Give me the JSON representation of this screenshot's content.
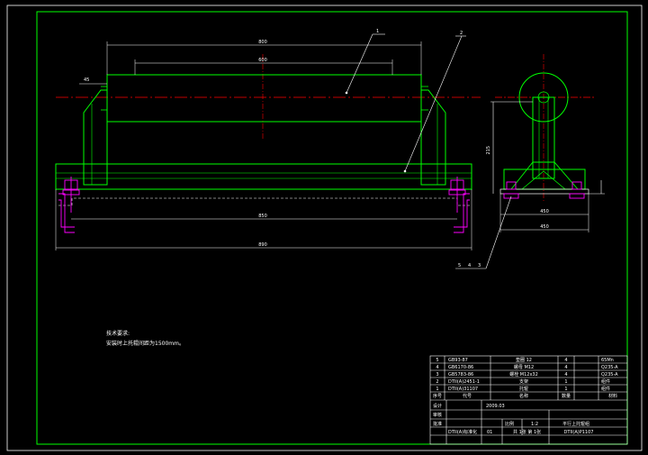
{
  "drawing": {
    "callouts": [
      "1",
      "2"
    ],
    "dimension_labels": {
      "roller_length": "800",
      "roller_face": "600",
      "roller_offset": "45",
      "base_span": "850",
      "overall_span": "890",
      "side_height": "215",
      "side_width": "450"
    },
    "tech_notes_title": "技术要求:",
    "tech_notes_line1": "安装时上托辊间距为1500mm。",
    "side_view_callouts": [
      "5",
      "4",
      "3"
    ]
  },
  "bom": {
    "rows": [
      {
        "no": "5",
        "code": "GB93-87",
        "name": "垫圈 12",
        "qty": "4",
        "material": "65Mn"
      },
      {
        "no": "4",
        "code": "GB6170-86",
        "name": "螺母 M12",
        "qty": "4",
        "material": "Q235-A"
      },
      {
        "no": "3",
        "code": "GB5783-86",
        "name": "螺栓 M12x32",
        "qty": "4",
        "material": "Q235-A"
      },
      {
        "no": "2",
        "code": "DTII(A)2451-1",
        "name": "支架",
        "qty": "1",
        "material": "组件"
      },
      {
        "no": "1",
        "code": "DTII(A)31107",
        "name": "托辊",
        "qty": "1",
        "material": "组件"
      }
    ],
    "headers": [
      "序号",
      "代号",
      "名称",
      "数量",
      "材料"
    ]
  },
  "title_block": {
    "designer": "设计",
    "checker": "审核",
    "approver": "批准",
    "date": "2009.03",
    "scale_label": "比例",
    "scale": "1:2",
    "product_name": "平行上托辊组",
    "drawing_no": "DTII(A)P1107",
    "std_label": "DTII(A)标准化",
    "sheet_no": "01",
    "sheets": "共 1张 第 1张"
  },
  "colors": {
    "frame": "#ffffff",
    "geometry": "#00ff00",
    "centerline": "#ff0000",
    "bolts": "#ff00ff",
    "dimensions": "#ffffff"
  }
}
